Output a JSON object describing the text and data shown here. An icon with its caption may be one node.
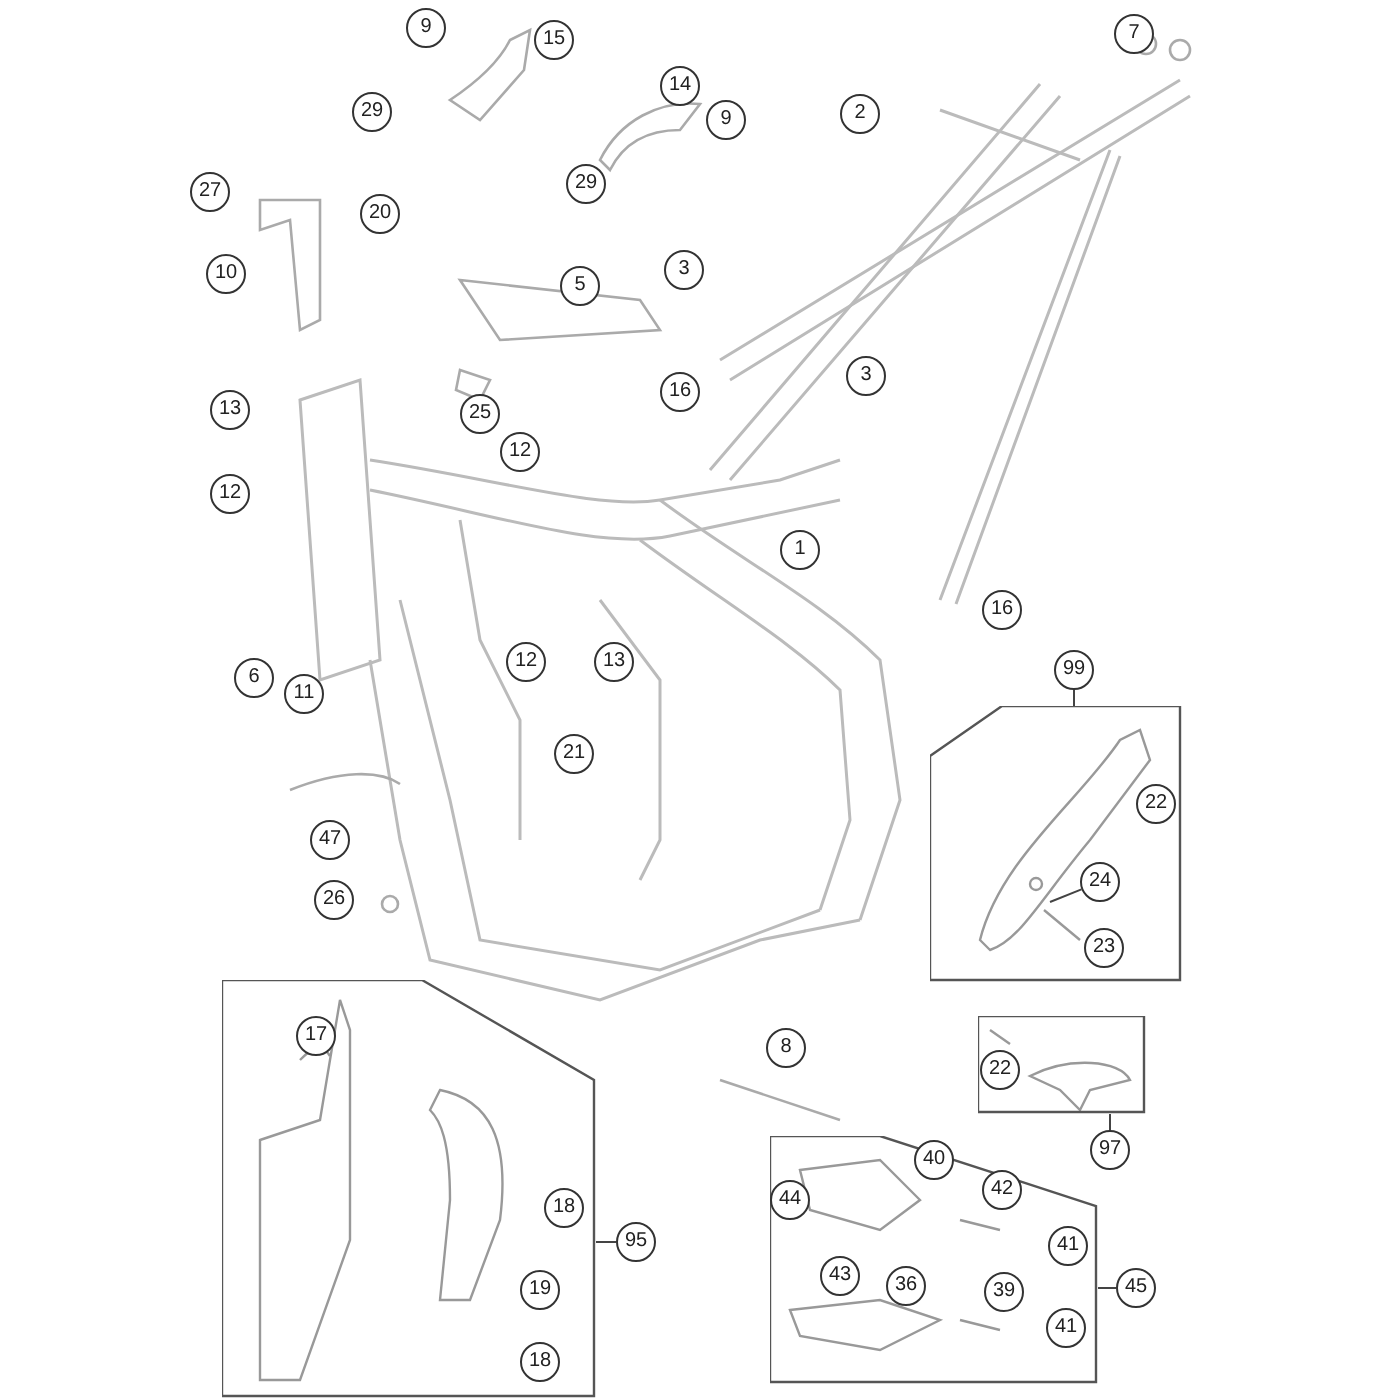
{
  "diagram": {
    "nodes": [
      {
        "text": [
          "9"
        ]
      },
      {
        "text": [
          "15"
        ]
      },
      {
        "text": [
          "7"
        ]
      },
      {
        "text": [
          "2"
        ]
      },
      {
        "text": [
          "29"
        ]
      },
      {
        "text": [
          "14"
        ]
      },
      {
        "text": [
          "9"
        ]
      },
      {
        "text": [
          "29"
        ]
      },
      {
        "text": [
          "27"
        ]
      },
      {
        "text": [
          "20"
        ]
      },
      {
        "text": [
          "10"
        ]
      },
      {
        "text": [
          "5"
        ]
      },
      {
        "text": [
          "3"
        ]
      },
      {
        "text": [
          "3"
        ]
      },
      {
        "text": [
          "16"
        ]
      },
      {
        "text": [
          "13"
        ]
      },
      {
        "text": [
          "25"
        ]
      },
      {
        "text": [
          "12"
        ]
      },
      {
        "text": [
          "12"
        ]
      },
      {
        "text": [
          "1"
        ]
      },
      {
        "text": [
          "16"
        ]
      },
      {
        "text": [
          "6"
        ]
      },
      {
        "text": [
          "11"
        ]
      },
      {
        "text": [
          "12"
        ]
      },
      {
        "text": [
          "13"
        ]
      },
      {
        "text": [
          "99"
        ]
      },
      {
        "text": [],
        "shape": "box"
      },
      {
        "text": [
          "22"
        ],
        "in": 26
      },
      {
        "text": [
          "21"
        ]
      },
      {
        "text": [
          "24"
        ],
        "in": 26
      },
      {
        "text": [
          "47"
        ]
      },
      {
        "text": [
          "26"
        ]
      },
      {
        "text": [
          "23"
        ],
        "in": 26
      },
      {
        "text": [
          "8"
        ]
      },
      {
        "text": [],
        "shape": "box"
      },
      {
        "text": [
          "22"
        ],
        "in": 34
      },
      {
        "text": [],
        "shape": "box"
      },
      {
        "text": [
          "17"
        ],
        "in": 36
      },
      {
        "text": [
          "97"
        ]
      },
      {
        "text": [],
        "shape": "box"
      },
      {
        "text": [
          "40"
        ],
        "in": 39
      },
      {
        "text": [
          "42"
        ],
        "in": 39
      },
      {
        "text": [
          "18"
        ],
        "in": 36
      },
      {
        "text": [
          "44"
        ],
        "in": 39
      },
      {
        "text": [
          "41"
        ],
        "in": 39
      },
      {
        "text": [
          "95"
        ]
      },
      {
        "text": [
          "45"
        ]
      },
      {
        "text": [
          "43"
        ],
        "in": 39
      },
      {
        "text": [
          "36"
        ],
        "in": 39
      },
      {
        "text": [
          "39"
        ],
        "in": 39
      },
      {
        "text": [
          "19"
        ],
        "in": 36
      },
      {
        "text": [
          "41"
        ],
        "in": 39
      },
      {
        "text": [
          "18"
        ],
        "in": 36
      }
    ],
    "edges": [
      {
        "from": 25,
        "to": 26,
        "arrow": "none"
      },
      {
        "from": 29,
        "to": null,
        "arrow": "none"
      },
      {
        "from": 38,
        "to": 34,
        "arrow": "none"
      },
      {
        "from": 45,
        "to": 36,
        "arrow": "none"
      },
      {
        "from": 46,
        "to": 39,
        "arrow": "none"
      }
    ]
  }
}
